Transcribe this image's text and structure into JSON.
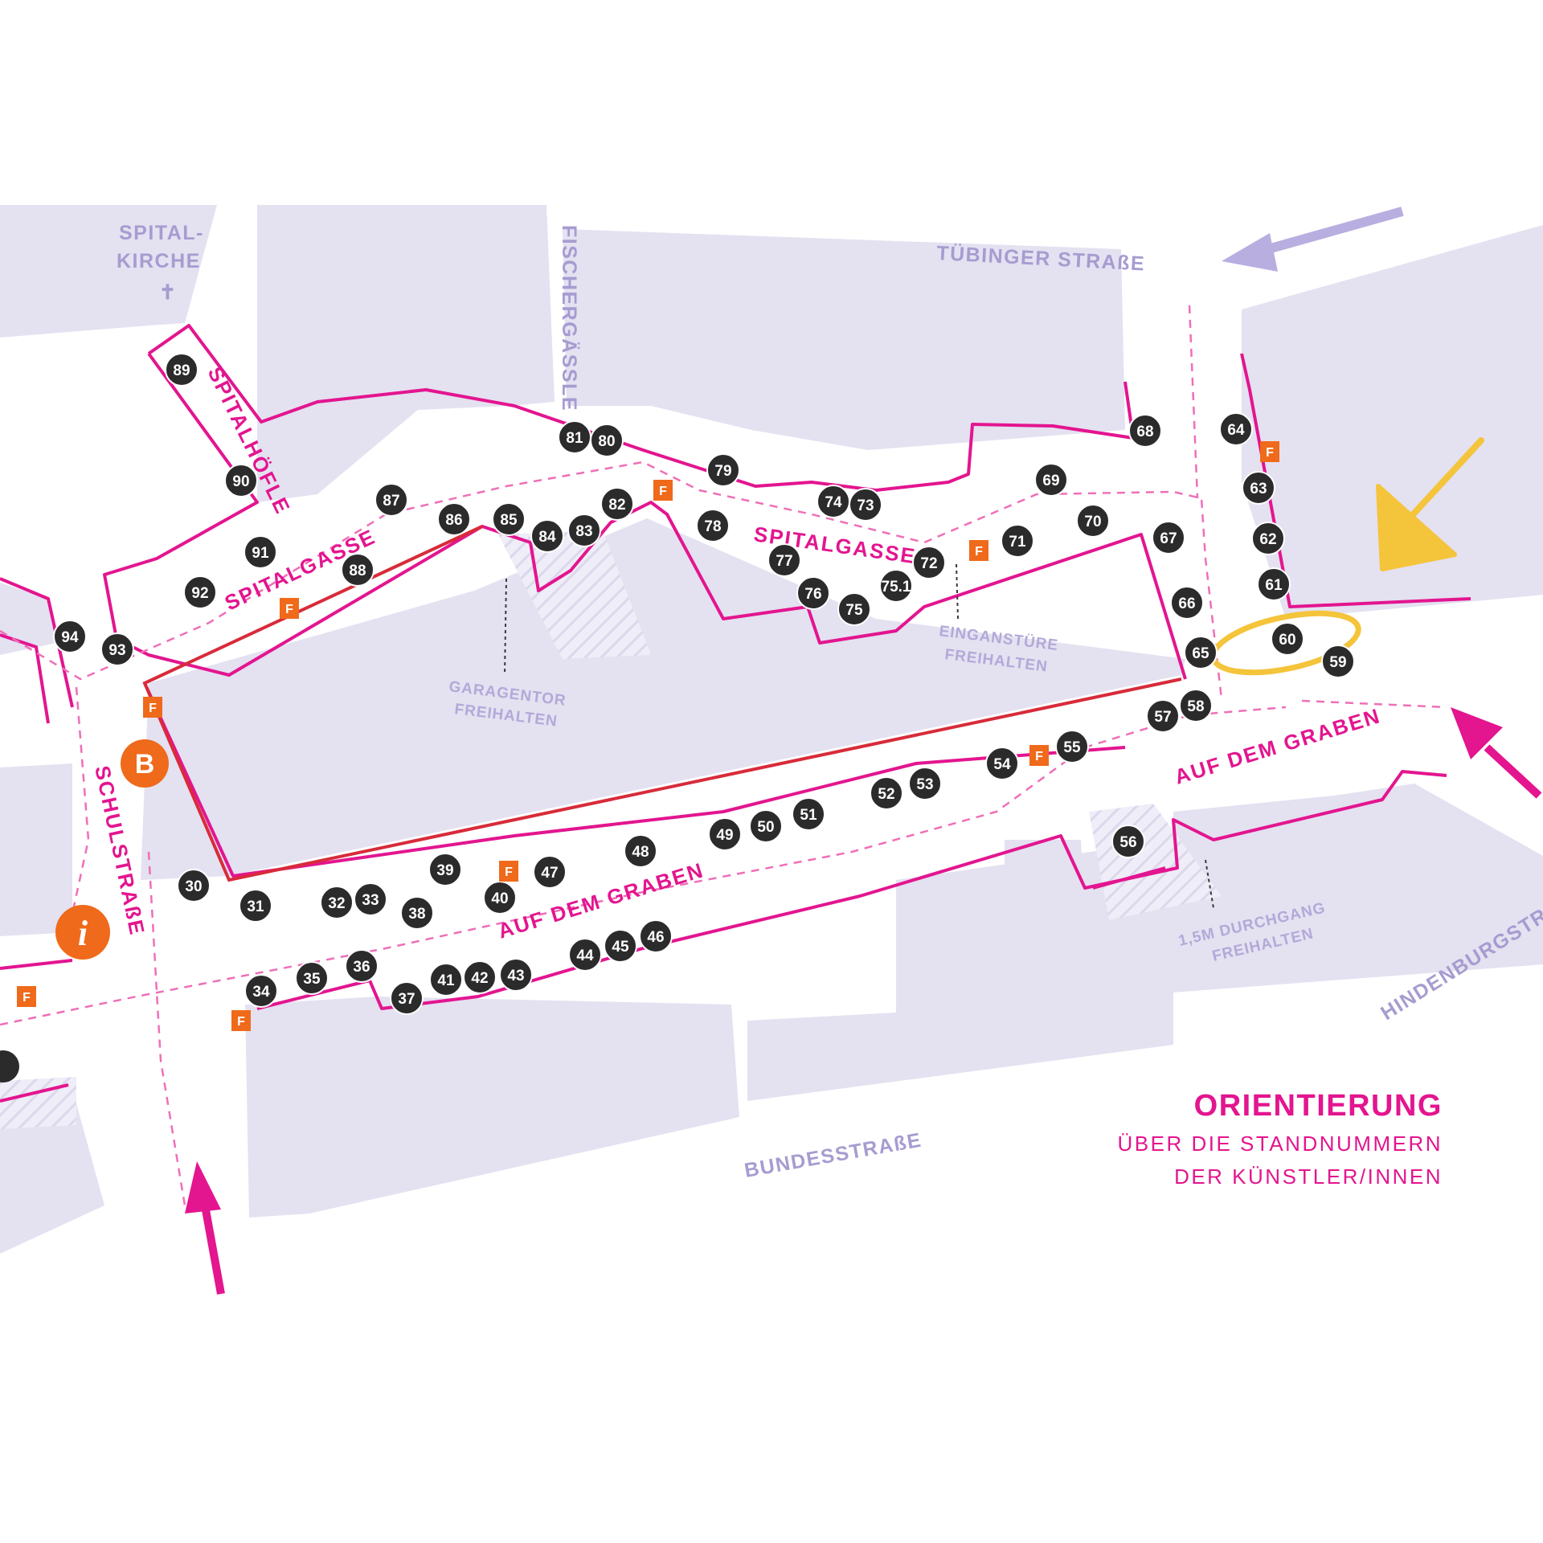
{
  "map": {
    "colors": {
      "block": "#e4e1f1",
      "route": "#e3158f",
      "street_label": "#a79cd0",
      "stand": "#2b2b2b",
      "facility": "#ef6a1a",
      "highlight": "#f4c43b",
      "arrow_light": "#b9aee0"
    },
    "labels": {
      "spitalkirche_1": "SPITAL-",
      "spitalkirche_2": "KIRCHE",
      "cross": "✝",
      "tuebinger": "TÜBINGER STRAßE",
      "fischergaessle": "FISCHERGÄSSLE",
      "spitalhoefle": "SPITALHÖFLE",
      "spitalgasse_west": "SPITALGASSE",
      "spitalgasse_east": "SPITALGASSE",
      "schulstrasse": "SCHULSTRAßE",
      "auf_dem_graben_west": "AUF DEM GRABEN",
      "auf_dem_graben_east": "AUF DEM GRABEN",
      "bundesstrasse": "BUNDESSTRAßE",
      "hindenburgstrasse": "HINDENBURGSTRA",
      "note_garage_1": "GARAGENTOR",
      "note_garage_2": "FREIHALTEN",
      "note_entrance_1": "EINGANSTÜRE",
      "note_entrance_2": "FREIHALTEN",
      "note_passage_1": "1,5M DURCHGANG",
      "note_passage_2": "FREIHALTEN"
    },
    "facility_letter": "F",
    "bus_letter": "B",
    "info_letter": "i",
    "stands": [
      "30",
      "31",
      "32",
      "33",
      "34",
      "35",
      "36",
      "37",
      "38",
      "39",
      "40",
      "41",
      "42",
      "43",
      "44",
      "45",
      "46",
      "47",
      "48",
      "49",
      "50",
      "51",
      "52",
      "53",
      "54",
      "55",
      "56",
      "57",
      "58",
      "59",
      "60",
      "61",
      "62",
      "63",
      "64",
      "65",
      "66",
      "67",
      "68",
      "69",
      "70",
      "71",
      "72",
      "73",
      "74",
      "75",
      "75.1",
      "76",
      "77",
      "78",
      "79",
      "80",
      "81",
      "82",
      "83",
      "84",
      "85",
      "86",
      "87",
      "88",
      "89",
      "90",
      "91",
      "92",
      "93",
      "94"
    ],
    "highlighted_stand": "60"
  },
  "legend": {
    "title": "ORIENTIERUNG",
    "line1": "ÜBER DIE STANDNUMMERN",
    "line2": "DER KÜNSTLER/INNEN"
  }
}
